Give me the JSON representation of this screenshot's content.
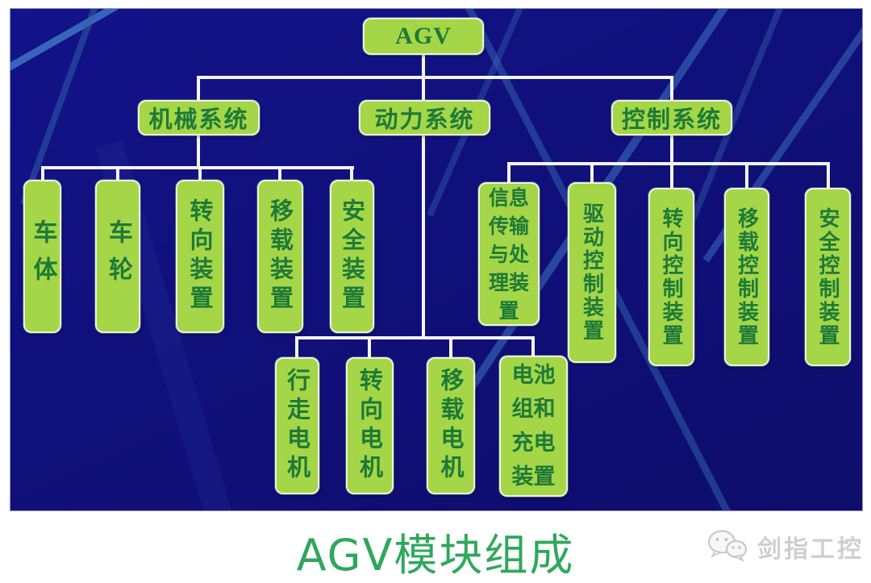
{
  "page": {
    "caption": "AGV模块组成",
    "watermark": {
      "icon": "wechat-icon",
      "label": "剑指工控"
    }
  },
  "colors": {
    "panel_background": "#10107b",
    "stripe_blue": "#3b6cb5",
    "node_fill": "#a4d647",
    "node_border": "#e9f4da",
    "node_text": "#1e7a38",
    "connector": "#ffffff",
    "caption_green": "#2fa85c",
    "watermark_gray": "#cfcfcf"
  },
  "diagram": {
    "root": {
      "label": "AGV"
    },
    "systems": {
      "mechanical": {
        "label": "机械系统"
      },
      "power": {
        "label": "动力系统"
      },
      "control": {
        "label": "控制系统"
      }
    },
    "mechanical_children": [
      {
        "label": "车体"
      },
      {
        "label": "车轮"
      },
      {
        "label": "转向装置"
      },
      {
        "label": "移载装置"
      },
      {
        "label": "安全装置"
      }
    ],
    "power_children": [
      {
        "label": "行走电机"
      },
      {
        "label": "转向电机"
      },
      {
        "label": "移载电机"
      },
      {
        "label": "电池组和充电装置"
      }
    ],
    "control_children": [
      {
        "label": "信息传输与处理装置"
      },
      {
        "label": "驱动控制装置"
      },
      {
        "label": "转向控制装置"
      },
      {
        "label": "移载控制装置"
      },
      {
        "label": "安全控制装置"
      }
    ]
  }
}
